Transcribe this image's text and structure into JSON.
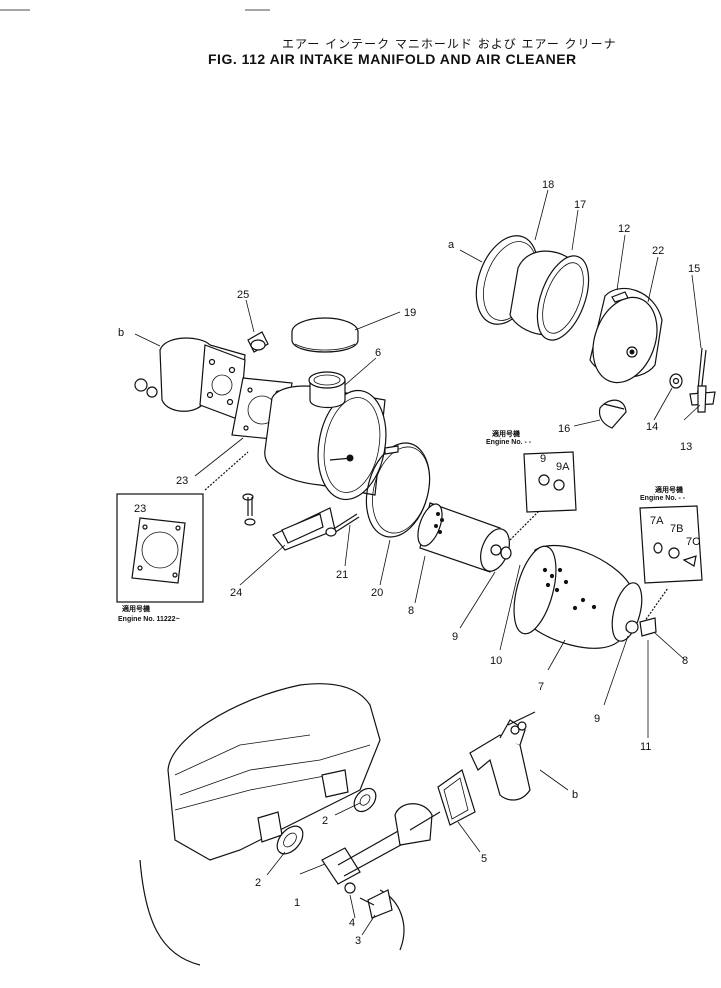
{
  "header": {
    "title_jp": "エアー インテーク マニホールド および エアー クリーナ",
    "title_en": "FIG. 112  AIR  INTAKE  MANIFOLD  AND  AIR  CLEANER"
  },
  "callouts": {
    "c1": "1",
    "c2a": "2",
    "c2b": "2",
    "c3": "3",
    "c4": "4",
    "c5": "5",
    "c6": "6",
    "c7": "7",
    "c7a": "7A",
    "c7b": "7B",
    "c7c": "7C",
    "c8a": "8",
    "c8b": "8",
    "c9a": "9",
    "c9b": "9",
    "c9c": "9",
    "c9d": "9A",
    "c10": "10",
    "c11": "11",
    "c12": "12",
    "c13": "13",
    "c14": "14",
    "c15": "15",
    "c16": "16",
    "c17": "17",
    "c18": "18",
    "c19": "19",
    "c20": "20",
    "c21": "21",
    "c22": "22",
    "c23a": "23",
    "c23b": "23",
    "c24": "24",
    "c25": "25",
    "ca": "a",
    "cba": "b",
    "cbb": "b"
  },
  "notes": {
    "engine_jp": "適用号機",
    "engine_en_1": "Engine No.  -  -",
    "engine_en_2": "Engine No.  -  -",
    "engine_en_3": "Engine No. 11222~"
  }
}
